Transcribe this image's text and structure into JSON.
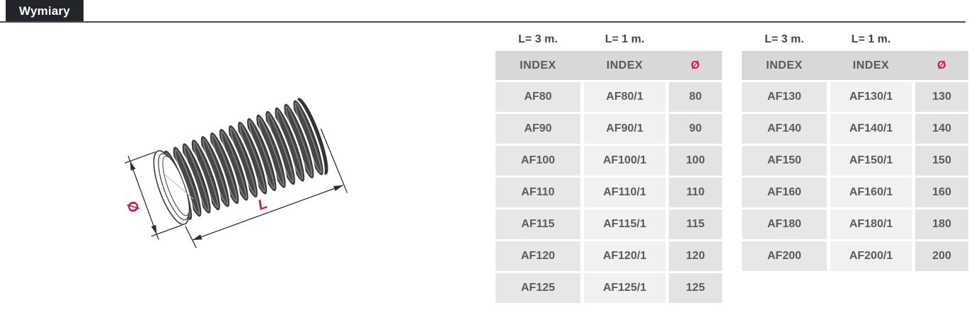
{
  "header": {
    "title": "Wymiary"
  },
  "diagram": {
    "diameter_label": "Ø",
    "length_label": "L"
  },
  "colors": {
    "accent": "#d6134e",
    "title_bar_bg": "#22262b",
    "table_header_bg": "#d8d8d8",
    "row_bg": "#e7e7e7",
    "row_bg_light": "#f1f1f1",
    "text": "#58585a"
  },
  "tables": [
    {
      "length_headers": [
        "L= 3 m.",
        "L= 1 m."
      ],
      "columns": [
        "INDEX",
        "INDEX",
        "Ø"
      ],
      "rows": [
        [
          "AF80",
          "AF80/1",
          "80"
        ],
        [
          "AF90",
          "AF90/1",
          "90"
        ],
        [
          "AF100",
          "AF100/1",
          "100"
        ],
        [
          "AF110",
          "AF110/1",
          "110"
        ],
        [
          "AF115",
          "AF115/1",
          "115"
        ],
        [
          "AF120",
          "AF120/1",
          "120"
        ],
        [
          "AF125",
          "AF125/1",
          "125"
        ]
      ]
    },
    {
      "length_headers": [
        "L= 3 m.",
        "L= 1 m."
      ],
      "columns": [
        "INDEX",
        "INDEX",
        "Ø"
      ],
      "rows": [
        [
          "AF130",
          "AF130/1",
          "130"
        ],
        [
          "AF140",
          "AF140/1",
          "140"
        ],
        [
          "AF150",
          "AF150/1",
          "150"
        ],
        [
          "AF160",
          "AF160/1",
          "160"
        ],
        [
          "AF180",
          "AF180/1",
          "180"
        ],
        [
          "AF200",
          "AF200/1",
          "200"
        ]
      ]
    }
  ]
}
